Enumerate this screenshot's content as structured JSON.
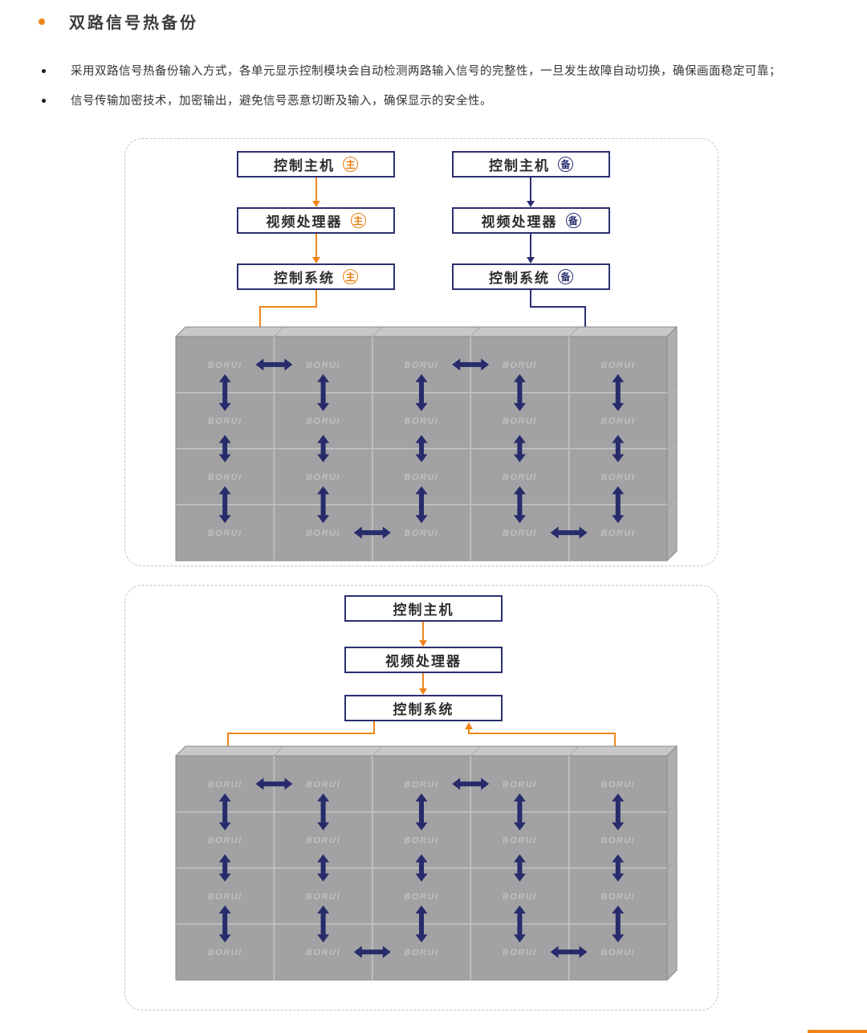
{
  "page": {
    "title": "双路信号热备份",
    "bullets": [
      "采用双路信号热备份输入方式，各单元显示控制模块会自动检测两路输入信号的完整性，一旦发生故障自动切换，确保画面稳定可靠；",
      "信号传输加密技术，加密输出，避免信号恶意切断及输入，确保显示的安全性。"
    ]
  },
  "colors": {
    "orange": "#F08519",
    "navy": "#2B2F6F",
    "arrow_navy": "#262C6B",
    "tile": "#A2A2A5",
    "tile_line": "#C6C6C9",
    "tile_top": "#C8C8CA",
    "tile_side": "#AFAFB2",
    "tile_edge": "#8A8A8D",
    "watermark": "#BFBFC2"
  },
  "diagram_dual": {
    "primary": {
      "badge": "主",
      "nodes": [
        "控制主机",
        "视频处理器",
        "控制系统"
      ]
    },
    "backup": {
      "badge": "备",
      "nodes": [
        "控制主机",
        "视频处理器",
        "控制系统"
      ]
    },
    "wall": {
      "rows": 4,
      "cols": 5,
      "watermark": "BORUI"
    }
  },
  "diagram_single": {
    "nodes": [
      "控制主机",
      "视频处理器",
      "控制系统"
    ],
    "wall": {
      "rows": 4,
      "cols": 5,
      "watermark": "BORUI"
    }
  }
}
